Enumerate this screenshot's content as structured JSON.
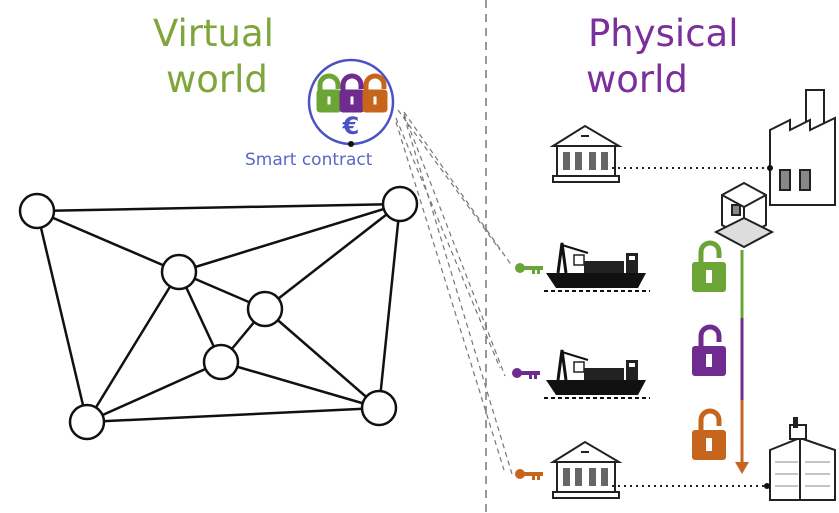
{
  "virtual": {
    "line1": "Virtual",
    "line2": "world"
  },
  "physical": {
    "line1": "Physical",
    "line2": "world"
  },
  "smart_contract": {
    "label": "Smart contract",
    "currency": "€"
  },
  "colors": {
    "green": "#6aa535",
    "purple": "#6f2b8f",
    "orange": "#c7651c",
    "blue": "#4a52c4",
    "virtual_title": "#7fa63c",
    "physical_title": "#7b2f9b"
  },
  "icons": {
    "locks": [
      "green-lock-icon",
      "purple-lock-icon",
      "orange-lock-icon"
    ],
    "keys": [
      "green-key-icon",
      "purple-key-icon",
      "orange-key-icon"
    ],
    "entities": [
      "bank-icon",
      "factory-icon",
      "cargo-pallet-icon",
      "cargo-ship-icon",
      "office-building-icon"
    ]
  }
}
